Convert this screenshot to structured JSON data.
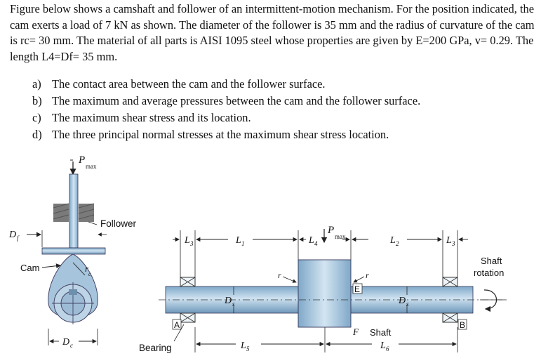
{
  "problem": {
    "statement": "Figure below shows a camshaft and follower of an intermittent-motion mechanism. For the position indicated, the cam exerts a load of 7 kN as shown. The diameter of the follower is 35 mm and the radius of curvature of the cam is rc= 30 mm. The material of all parts is AISI 1095 steel whose properties are given by E=200 GPa, v= 0.29. The length L4=Df= 35 mm.",
    "tasks": [
      {
        "label": "a)",
        "text": "The contact area between the cam and the follower surface."
      },
      {
        "label": "b)",
        "text": "The maximum and average pressures between the cam and the follower surface."
      },
      {
        "label": "c)",
        "text": "The maximum shear stress and its location."
      },
      {
        "label": "d)",
        "text": "The three principal normal stresses at the maximum shear stress location."
      }
    ]
  },
  "figure": {
    "pmax_left": "P",
    "pmax_left_sub": "max",
    "follower": "Follower",
    "df": "D",
    "df_sub": "f",
    "cam": "Cam",
    "rc": "r",
    "rc_sub": "c",
    "dc": "D",
    "dc_sub": "c",
    "l3_left": "L",
    "l3_left_sub": "3",
    "l1": "L",
    "l1_sub": "1",
    "l4": "L",
    "l4_sub": "4",
    "pmax_mid": "P",
    "pmax_mid_sub": "max",
    "l2": "L",
    "l2_sub": "2",
    "l3_right": "L",
    "l3_right_sub": "3",
    "r_left": "r",
    "r_right": "r",
    "e": "E",
    "ds_left": "D",
    "ds_left_sub": "s",
    "ds_right": "D",
    "ds_right_sub": "s",
    "a": "A",
    "b": "B",
    "f": "F",
    "shaft": "Shaft",
    "shaft_rotation_1": "Shaft",
    "shaft_rotation_2": "rotation",
    "bearing": "Bearing",
    "l5": "L",
    "l5_sub": "5",
    "l6": "L",
    "l6_sub": "6"
  }
}
